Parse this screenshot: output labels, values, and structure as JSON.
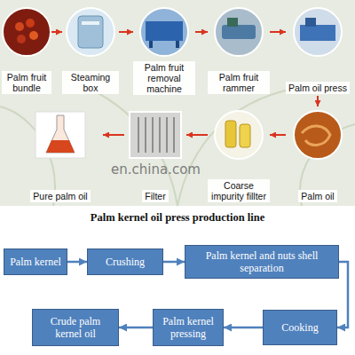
{
  "diagram": {
    "title": "Palm kernel oil press production line",
    "nodes": [
      {
        "text": [
          "Palm fruit bundle"
        ]
      },
      {
        "text": [
          "Steaming box"
        ]
      },
      {
        "text": [
          "Palm fruit removal machine"
        ]
      },
      {
        "text": [
          "Palm fruit rammer"
        ]
      },
      {
        "text": [
          "Palm oil press"
        ]
      },
      {
        "text": [
          "Palm oil"
        ]
      },
      {
        "text": [
          "Coarse impurity fillter"
        ]
      },
      {
        "text": [
          "Filter"
        ]
      },
      {
        "text": [
          "Pure palm oil"
        ]
      },
      {
        "text": [
          "Palm kernel"
        ]
      },
      {
        "text": [
          "Crushing"
        ]
      },
      {
        "text": [
          "Palm kernel and nuts shell separation"
        ]
      },
      {
        "text": [
          "Cooking"
        ]
      },
      {
        "text": [
          "Palm kernel pressing"
        ]
      },
      {
        "text": [
          "Crude palm kernel oil"
        ]
      }
    ],
    "edges": [
      {
        "from": 0,
        "to": 1,
        "arrow": "to"
      },
      {
        "from": 1,
        "to": 2,
        "arrow": "to"
      },
      {
        "from": 2,
        "to": 3,
        "arrow": "to"
      },
      {
        "from": 3,
        "to": 4,
        "arrow": "to"
      },
      {
        "from": 4,
        "to": 5,
        "arrow": "to"
      },
      {
        "from": 5,
        "to": 6,
        "arrow": "to"
      },
      {
        "from": 6,
        "to": 7,
        "arrow": "to"
      },
      {
        "from": 7,
        "to": 8,
        "arrow": "to"
      },
      {
        "from": 9,
        "to": 10,
        "arrow": "to"
      },
      {
        "from": 10,
        "to": 11,
        "arrow": "to"
      },
      {
        "from": 11,
        "to": 12,
        "arrow": "to"
      },
      {
        "from": 12,
        "to": 13,
        "arrow": "to"
      },
      {
        "from": 13,
        "to": 14,
        "arrow": "to"
      }
    ],
    "labels": [
      "en.china.com"
    ]
  }
}
